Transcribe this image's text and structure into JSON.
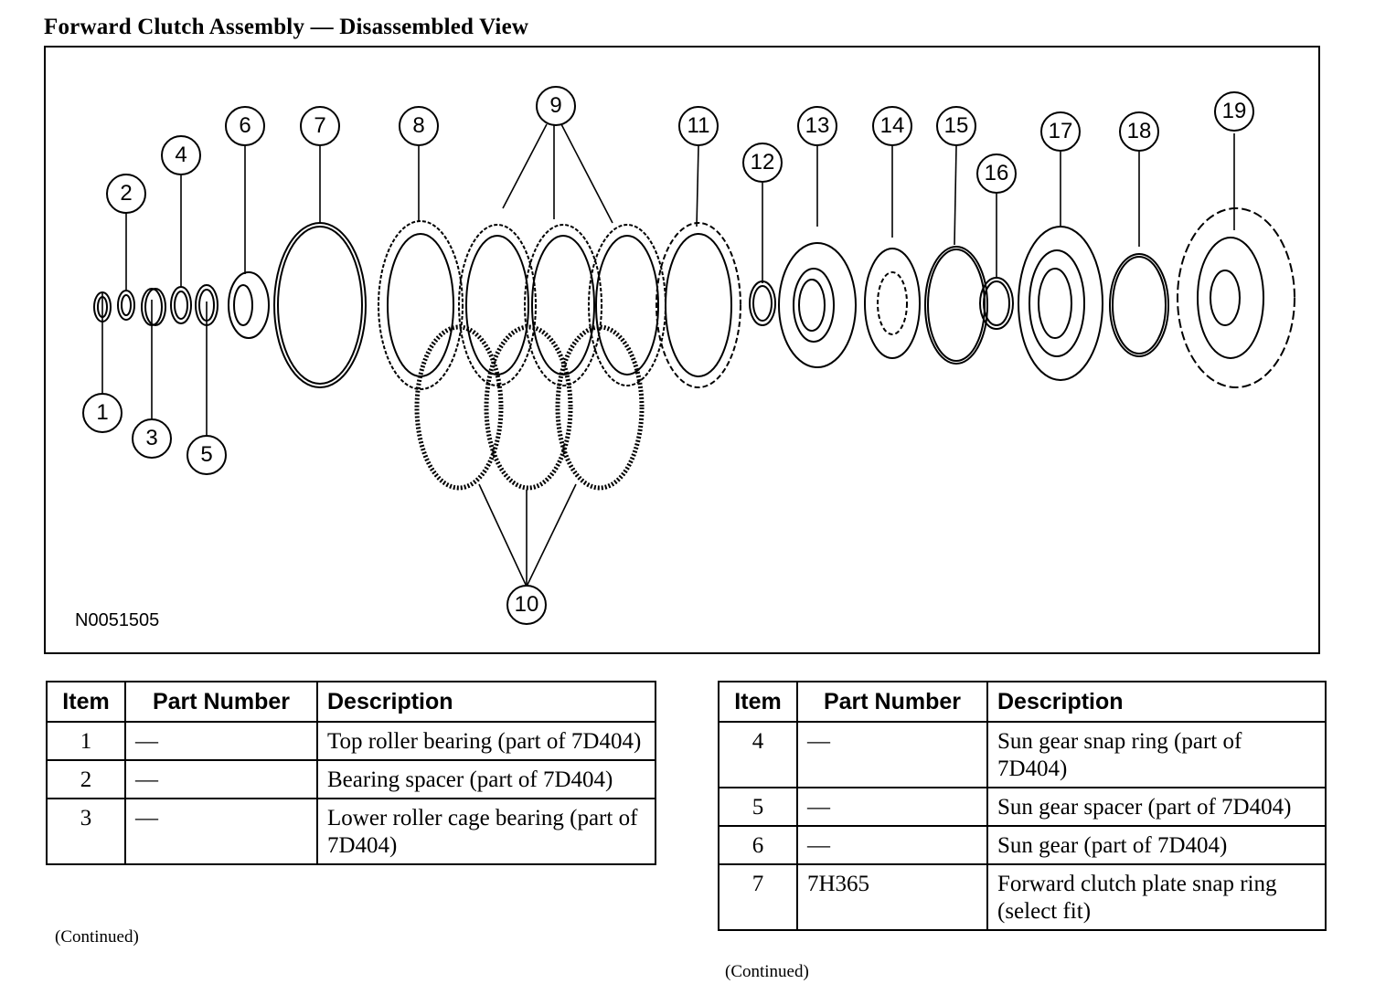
{
  "document": {
    "title": "Forward Clutch Assembly — Disassembled View",
    "figure_id": "N0051505",
    "callouts": [
      "1",
      "2",
      "3",
      "4",
      "5",
      "6",
      "7",
      "8",
      "9",
      "10",
      "11",
      "12",
      "13",
      "14",
      "15",
      "16",
      "17",
      "18",
      "19"
    ],
    "continued_label": "(Continued)"
  },
  "tables": [
    {
      "headers": [
        "Item",
        "Part Number",
        "Description"
      ],
      "rows": [
        {
          "item": "1",
          "part_number": "—",
          "description": "Top roller bearing (part of 7D404)"
        },
        {
          "item": "2",
          "part_number": "—",
          "description": "Bearing spacer (part of 7D404)"
        },
        {
          "item": "3",
          "part_number": "—",
          "description": "Lower roller cage bearing (part of 7D404)"
        }
      ]
    },
    {
      "headers": [
        "Item",
        "Part Number",
        "Description"
      ],
      "rows": [
        {
          "item": "4",
          "part_number": "—",
          "description": "Sun gear snap ring (part of 7D404)"
        },
        {
          "item": "5",
          "part_number": "—",
          "description": "Sun gear spacer (part of 7D404)"
        },
        {
          "item": "6",
          "part_number": "—",
          "description": "Sun gear (part of 7D404)"
        },
        {
          "item": "7",
          "part_number": "7H365",
          "description": "Forward clutch plate snap ring (select fit)"
        }
      ]
    }
  ]
}
